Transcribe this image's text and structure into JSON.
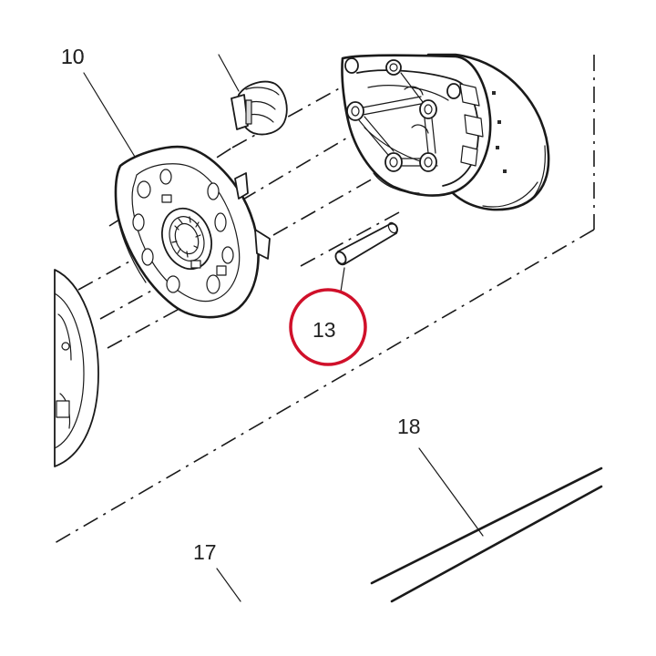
{
  "callouts": {
    "part_10": "10",
    "part_13": "13",
    "part_17": "17",
    "part_18": "18"
  },
  "highlight": {
    "target": "13",
    "color": "#d0102a"
  }
}
